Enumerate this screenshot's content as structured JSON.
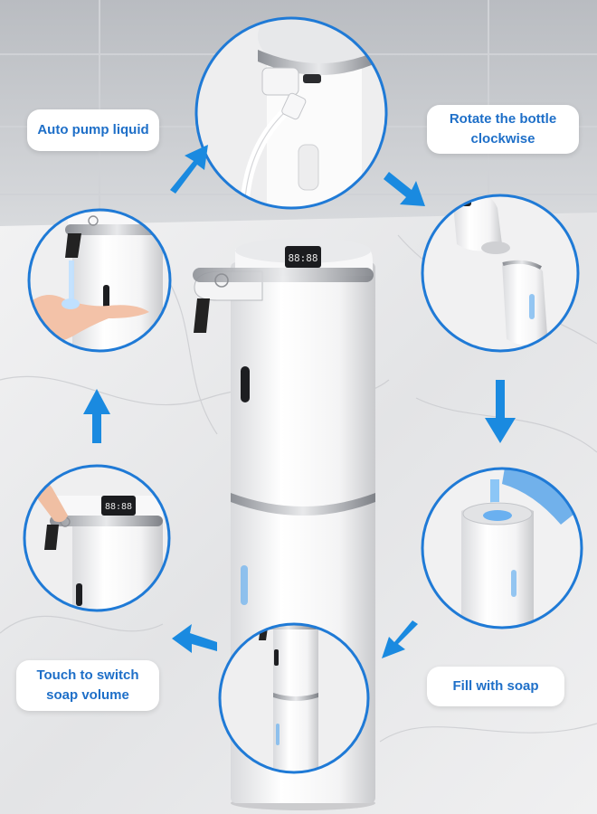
{
  "steps": {
    "auto_pump": {
      "label": "Auto pump liquid"
    },
    "rotate": {
      "line1": "Rotate the bottle",
      "line2": "clockwise"
    },
    "fill": {
      "label": "Fill with soap"
    },
    "touch": {
      "line1": "Touch to switch",
      "line2": "soap volume"
    }
  },
  "colors": {
    "accent": "#1e6fc8",
    "ring": "#1f7ad6",
    "arrow": "#1a8ae0",
    "soap": "#6ab0f0"
  },
  "icons": [
    "power-icon",
    "hand",
    "usb-cable",
    "arrow"
  ]
}
